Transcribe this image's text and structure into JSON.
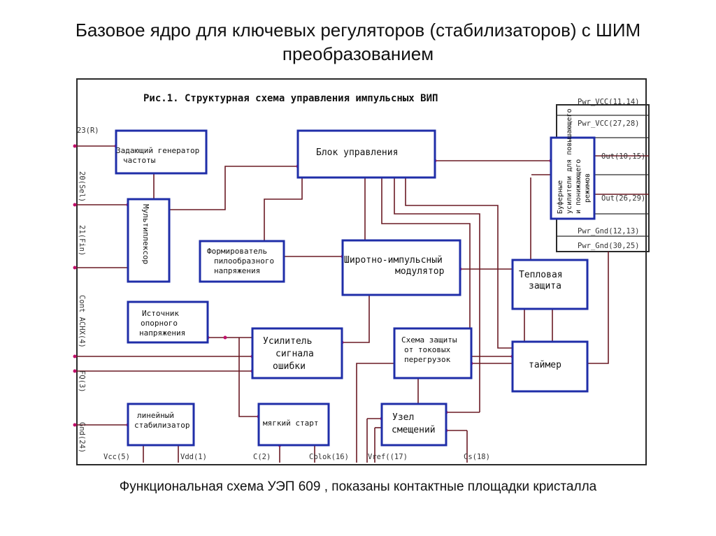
{
  "slide": {
    "title_line1": "Базовое ядро для ключевых регуляторов (стабилизаторов) с ШИМ",
    "title_line2": "преобразованием",
    "caption": "Функциональная схема УЭП 609 , показаны контактные площадки кристалла"
  },
  "figure": {
    "title": "Рис.1. Структурная схема управления импульсных ВИП"
  },
  "blocks": {
    "generator": [
      "Задающий генератор",
      "частоты"
    ],
    "control": "Блок управления",
    "mux": "Мультиплексор",
    "sawtooth": [
      "Формирователь",
      "пилообразного",
      "напряжения"
    ],
    "pwm": [
      "Широтно-импульсный",
      "модулятор"
    ],
    "thermal": [
      "Тепловая",
      "защита"
    ],
    "reference": [
      "Источник",
      "опорного",
      "напряжения"
    ],
    "error_amp": [
      "Усилитель",
      "сигнала",
      "ошибки"
    ],
    "overcurrent": [
      "Схема защиты",
      "от токовых",
      "перегрузок"
    ],
    "timer": "таймер",
    "linear": [
      "линейный",
      "стабилизатор"
    ],
    "softstart": "мягкий старт",
    "bias": [
      "Узел",
      "смещений"
    ],
    "buffer": [
      "Буферные",
      "усилители для повышающего",
      "и понижающего",
      "режимов"
    ]
  },
  "pins": {
    "left": [
      "23(R)",
      "20(Sel)",
      "21(Fin)",
      "Cont ACHX(4)",
      "FQ(3)",
      "Gnd(24)"
    ],
    "bottom": [
      "Vcc(5)",
      "Vdd(1)",
      "C(2)",
      "Cblok(16)",
      "Vref((17)",
      "Cs(18)"
    ],
    "right": [
      "Pwr_VCC(11,14)",
      "Pwr_VCC(27,28)",
      "Out(10,15)",
      "Out(26,29)",
      "Pwr_Gnd(12,13)",
      "Pwr_Gnd(30,25)"
    ]
  }
}
